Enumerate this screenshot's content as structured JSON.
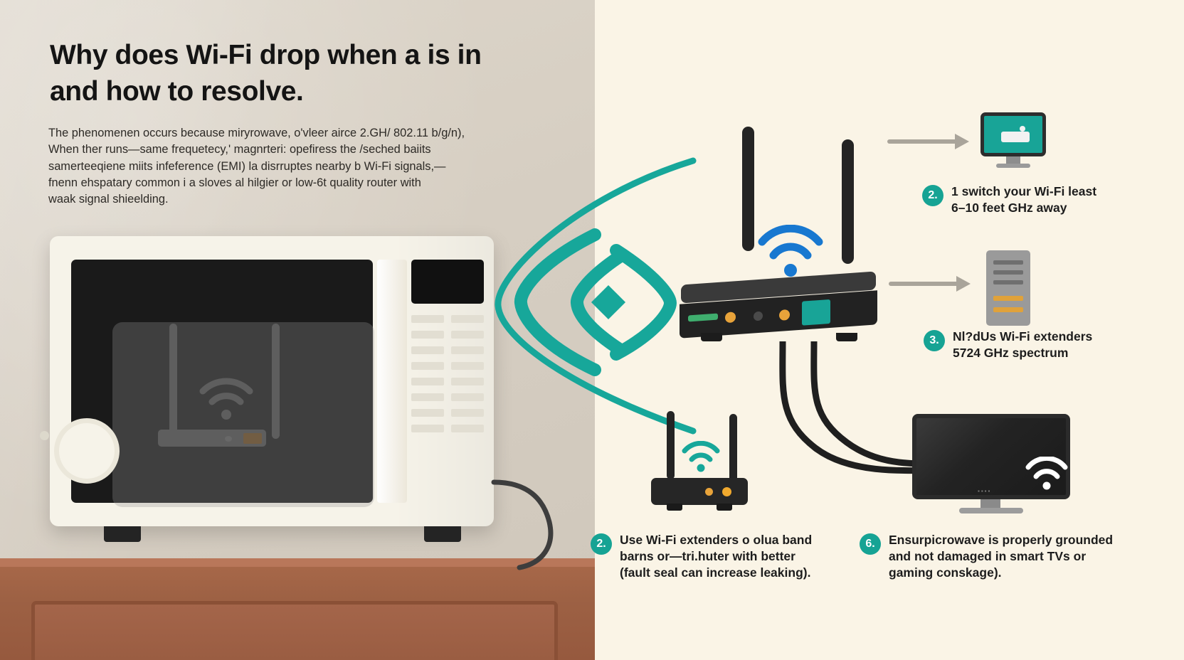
{
  "headline": "Why does Wi-Fi drop when a is in and how to resolve.",
  "body": {
    "line1": "The phenomenen occurs because miryrowave, o'vleer airce 2.GH/ 802.11 b/g/n),",
    "line2": "When ther runs—same frequetecy,' magnrteri: opefiress the /seched baiits",
    "line3": "samerteeqiene miits infeference (EMI) la disrruptes nearby b Wi-Fi signals,—",
    "line4": "fnenn ehspatary common i a sloves al hilgier or low-6t quality router with",
    "line5": "waak signal shieelding."
  },
  "callouts": [
    {
      "number": "2.",
      "lines": [
        "1 switch your Wi-Fi least",
        "6–10 feet GHz away"
      ],
      "position": "top-right"
    },
    {
      "number": "3.",
      "lines": [
        "Nl?dUs Wi-Fi extenders",
        "5724 GHz  spectrum"
      ],
      "position": "middle-right"
    },
    {
      "number": "2.",
      "lines": [
        "Use Wi-Fi extenders o olua band",
        "barns or—tri.huter with better",
        "(fault seal can increase leaking)."
      ],
      "position": "bottom-left"
    },
    {
      "number": "6.",
      "lines": [
        "Ensurpicrowave is properly grounded",
        "and not damaged in smart TVs or",
        "gaming conskage)."
      ],
      "position": "bottom-right"
    }
  ],
  "devices": {
    "monitor_label": "desktop-monitor-icon",
    "tower_label": "pc-tower-icon",
    "tv_label": "smart-tv-icon",
    "tv_brand_text": "▪▪▪▪"
  },
  "colors": {
    "teal": "#16a394",
    "wifi_blue": "#1878d0",
    "wall": "#d6cec2",
    "paper": "#faf4e6",
    "wood": "#9d6144",
    "microwave_shell": "#f6f3e9",
    "router_dark": "#242424",
    "led_green": "#3fae6e",
    "led_amber": "#e8a33a"
  }
}
